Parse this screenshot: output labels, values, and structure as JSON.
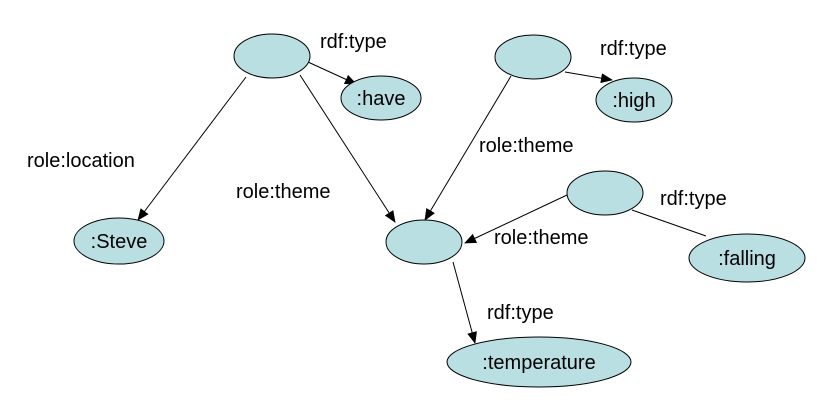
{
  "diagram": {
    "node_color": "#b9dfe2",
    "nodes": [
      {
        "id": "n1",
        "label": ""
      },
      {
        "id": "have",
        "label": ":have"
      },
      {
        "id": "n2",
        "label": ""
      },
      {
        "id": "high",
        "label": ":high"
      },
      {
        "id": "steve",
        "label": ":Steve"
      },
      {
        "id": "n3",
        "label": ""
      },
      {
        "id": "n4",
        "label": ""
      },
      {
        "id": "falling",
        "label": ":falling"
      },
      {
        "id": "temperature",
        "label": ":temperature"
      }
    ],
    "edges": [
      {
        "from": "n1",
        "to": "have",
        "label": "rdf:type"
      },
      {
        "from": "n1",
        "to": "steve",
        "label": "role:location"
      },
      {
        "from": "n1",
        "to": "n3",
        "label": "role:theme"
      },
      {
        "from": "n2",
        "to": "high",
        "label": "rdf:type"
      },
      {
        "from": "n2",
        "to": "n3",
        "label": "role:theme"
      },
      {
        "from": "n4",
        "to": "n3",
        "label": "role:theme"
      },
      {
        "from": "n4",
        "to": "falling",
        "label": "rdf:type"
      },
      {
        "from": "n3",
        "to": "temperature",
        "label": "rdf:type"
      }
    ]
  }
}
